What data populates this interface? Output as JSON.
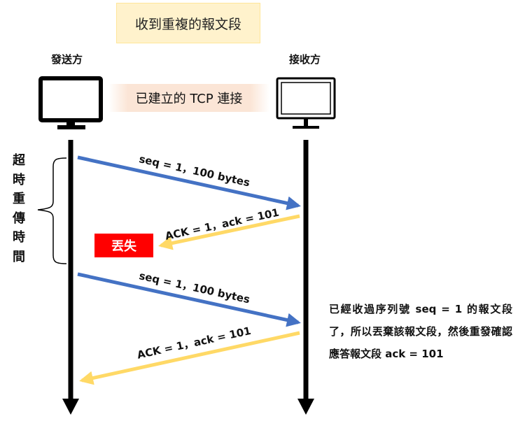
{
  "title": "收到重複的報文段",
  "sender": {
    "label": "發送方"
  },
  "receiver": {
    "label": "接收方"
  },
  "connection_label": "已建立的 TCP 連接",
  "timeout_label": [
    "超",
    "時",
    "重",
    "傳",
    "時",
    "間"
  ],
  "lost_label": "丟失",
  "messages": [
    {
      "text": "seq = 1，100 bytes",
      "direction": "sender-to-receiver",
      "color": "#4472c4"
    },
    {
      "text": "ACK = 1，ack = 101",
      "direction": "receiver-to-sender",
      "color": "#ffd966",
      "status": "lost"
    },
    {
      "text": "seq = 1，100 bytes",
      "direction": "sender-to-receiver",
      "color": "#4472c4"
    },
    {
      "text": "ACK = 1，ack = 101",
      "direction": "receiver-to-sender",
      "color": "#ffd966"
    }
  ],
  "note": "已經收過序列號 seq = 1 的報文段了，所以丟棄該報文段，然後重發確認應答報文段 ack = 101",
  "colors": {
    "seq_arrow": "#4472c4",
    "ack_arrow": "#ffd966",
    "lost": "#ff0000",
    "title_bg": "#fff2cc",
    "banner_bg": "#fbe5d6"
  }
}
